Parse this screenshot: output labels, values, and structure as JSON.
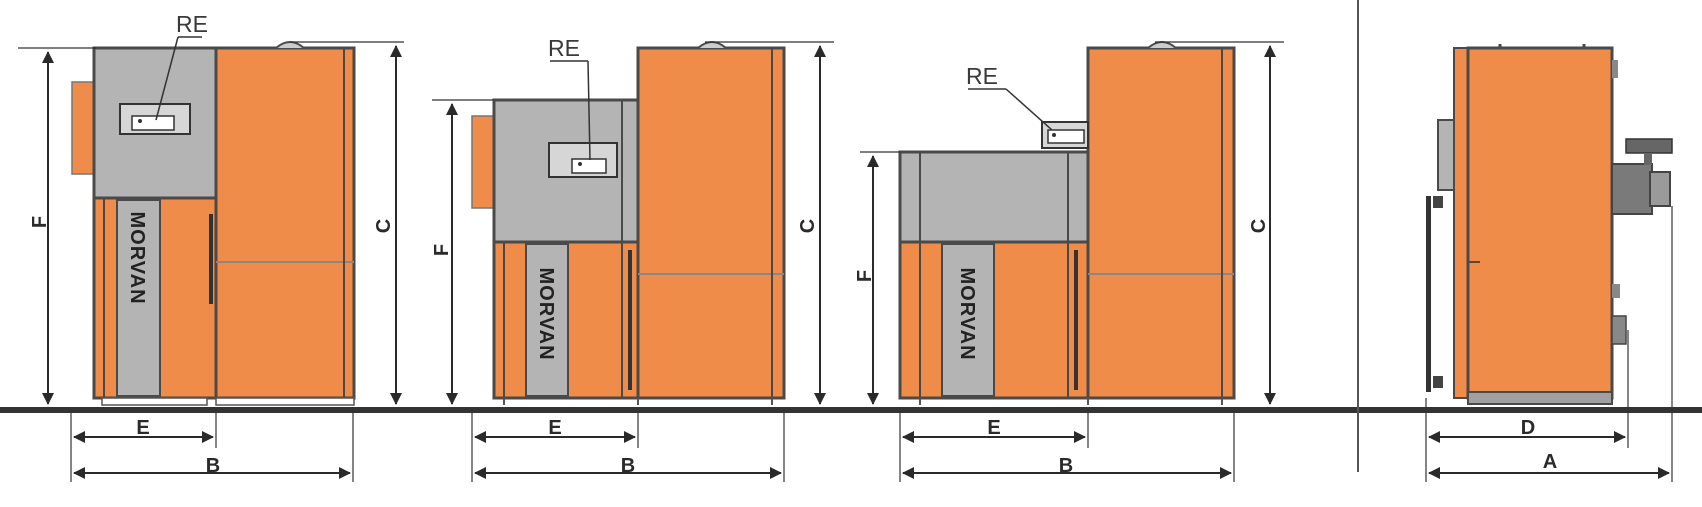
{
  "units": [
    {
      "id": "unit1",
      "re": "RE",
      "brand": "MORVAN",
      "dims": {
        "E": "E",
        "B": "B",
        "C": "C",
        "F": "F"
      }
    },
    {
      "id": "unit2",
      "re": "RE",
      "brand": "MORVAN",
      "dims": {
        "E": "E",
        "B": "B",
        "C": "C",
        "F": "F"
      }
    },
    {
      "id": "unit3",
      "re": "RE",
      "brand": "MORVAN",
      "dims": {
        "E": "E",
        "B": "B",
        "C": "C",
        "F": "F"
      }
    }
  ],
  "side_view": {
    "dims": {
      "D": "D",
      "A": "A"
    }
  },
  "colors": {
    "orange": "#f08c4a",
    "grey": "#b4b4b4",
    "outline": "#4a4a4a",
    "ground": "#333333"
  }
}
